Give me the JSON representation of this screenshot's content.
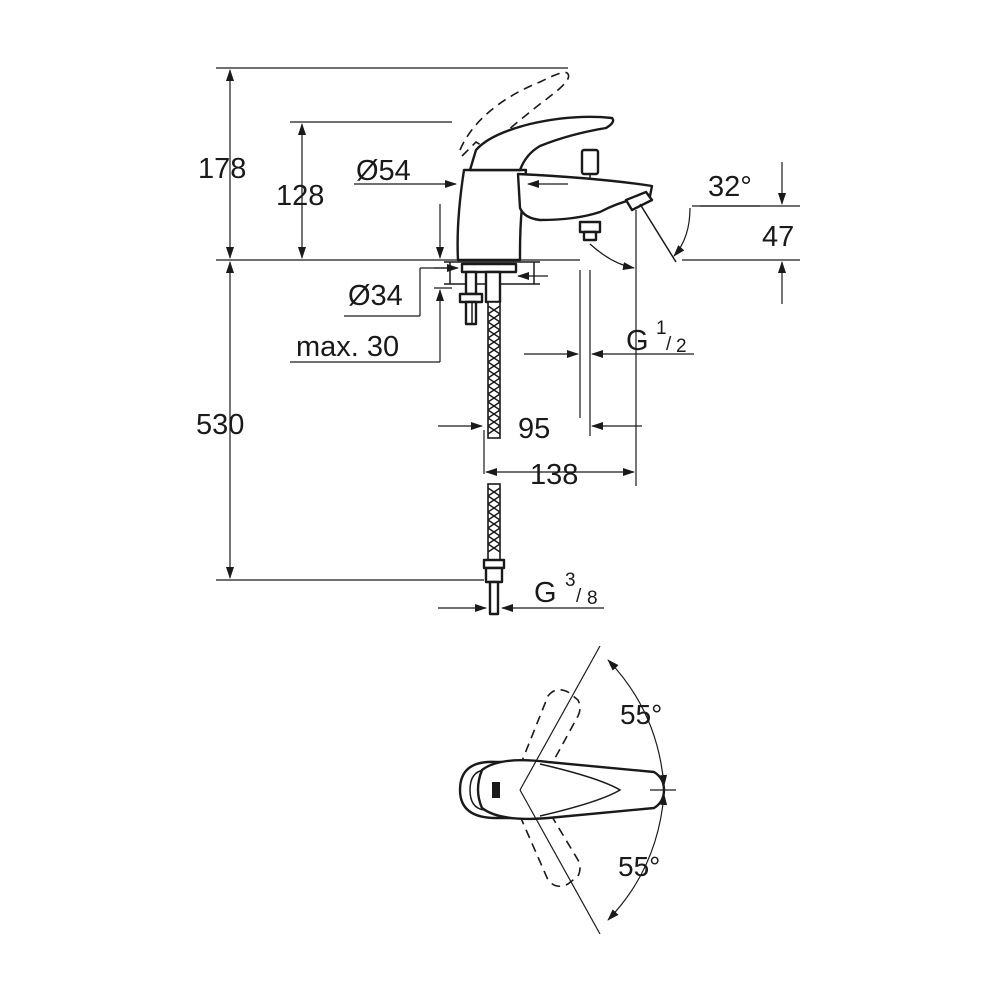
{
  "colors": {
    "ink": "#1a1a1a",
    "background": "#ffffff"
  },
  "side_view": {
    "dims": {
      "height_total": "178",
      "height_body": "128",
      "dia_body": "Ø54",
      "dia_hole": "Ø34",
      "max_thickness": "max. 30",
      "hose_length": "530",
      "spout_outlet_height": "47",
      "spout_angle": "32°",
      "offset_95": "95",
      "projection_138": "138"
    },
    "threads": {
      "outlet": {
        "prefix": "G",
        "num": "1",
        "den": "2"
      },
      "inlet": {
        "prefix": "G",
        "num": "3",
        "den": "8"
      }
    }
  },
  "top_view": {
    "angle_upper": "55°",
    "angle_lower": "55°"
  }
}
